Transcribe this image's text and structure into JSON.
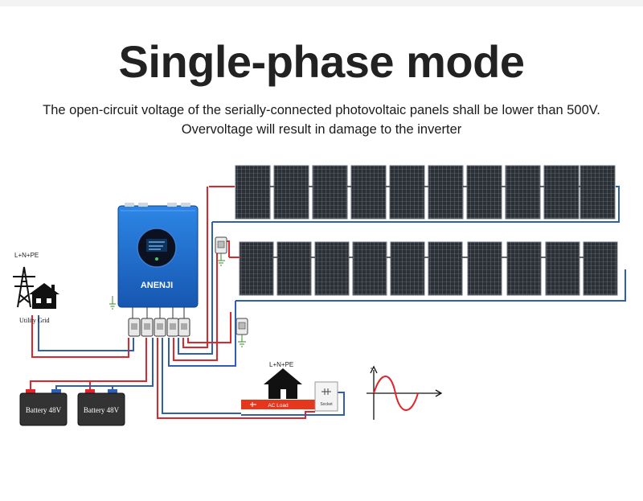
{
  "title": "Single-phase mode",
  "subtitle_line1": "The open-circuit voltage of the serially-connected photovoltaic panels shall be lower than 500V.",
  "subtitle_line2": "Overvoltage will result in damage to the inverter",
  "inverter": {
    "brand": "ANENJI",
    "body_color": "#1f6fd0"
  },
  "utility_grid": {
    "top_label": "L+N+PE",
    "label": "Utility Grid"
  },
  "batteries": [
    {
      "label": "Battery 48V"
    },
    {
      "label": "Battery 48V"
    }
  ],
  "load": {
    "top_label": "L+N+PE",
    "strip_label": "AC Load",
    "switch_label": "Socket"
  },
  "panels": {
    "row1_count": 10,
    "row2_count": 10
  },
  "wire_colors": {
    "positive": "#e0262b",
    "negative": "#2f5fb3"
  }
}
